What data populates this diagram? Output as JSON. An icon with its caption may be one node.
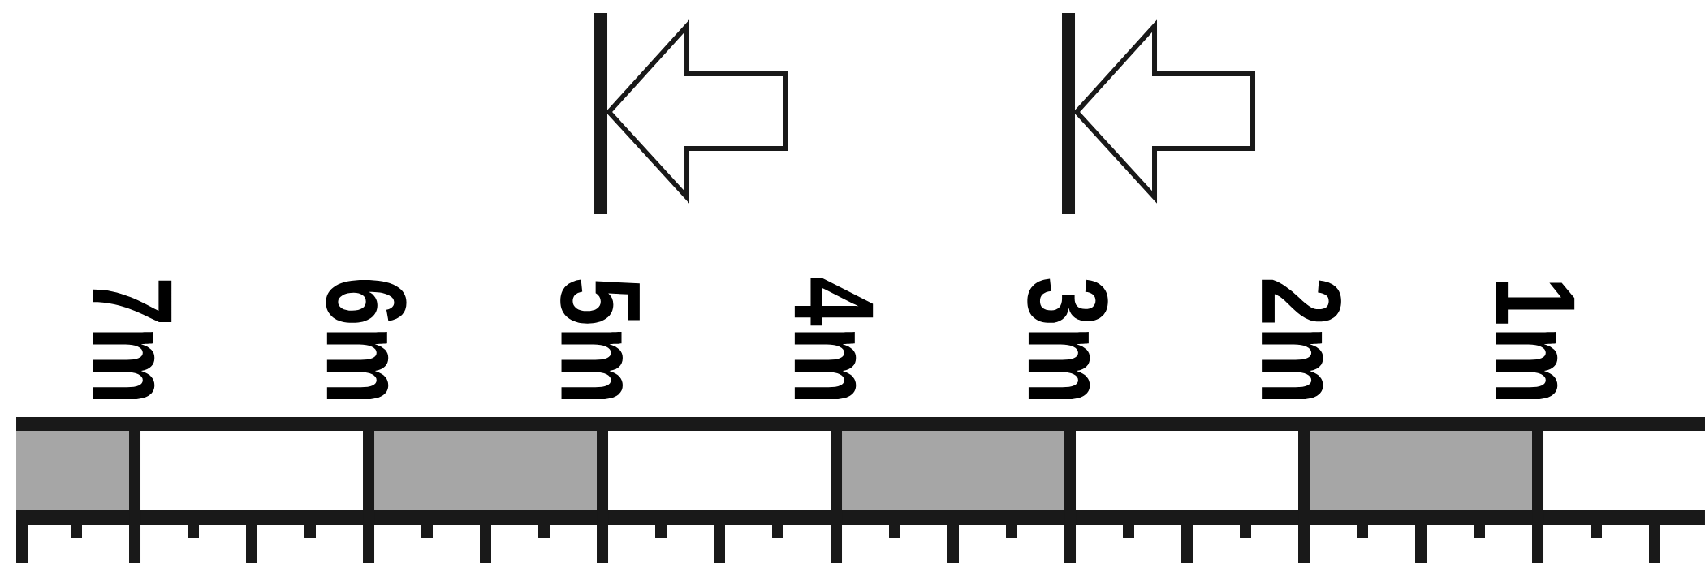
{
  "diagram": {
    "labels": [
      "7m",
      "6m",
      "5m",
      "4m",
      "3m",
      "2m",
      "1m"
    ]
  }
}
